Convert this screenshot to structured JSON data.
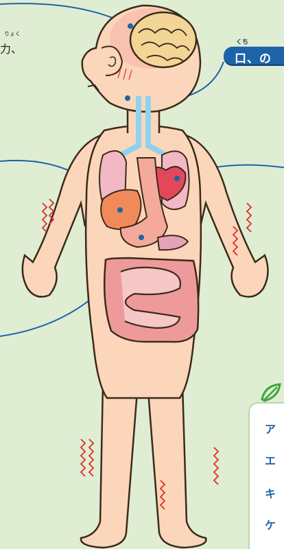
{
  "colors": {
    "background": "#dfedd3",
    "connector_line": "#1d63a8",
    "skin": "#fbd6ba",
    "outline": "#3a2a1a",
    "card_text": "#1d63a8",
    "accent_green": "#3aa53a"
  },
  "fragments": {
    "top_left_text": "力、",
    "top_left_ruby": "りょく"
  },
  "callout": {
    "mouth_label": "口、の",
    "mouth_ruby": "くち"
  },
  "card": {
    "icon": "green-leaf-icon",
    "items": [
      "ア",
      "エ",
      "キ",
      "ケ"
    ]
  },
  "figure": {
    "organs": [
      "brain",
      "trachea",
      "lungs",
      "heart",
      "liver",
      "stomach",
      "pancreas",
      "small-intestine",
      "large-intestine"
    ]
  }
}
